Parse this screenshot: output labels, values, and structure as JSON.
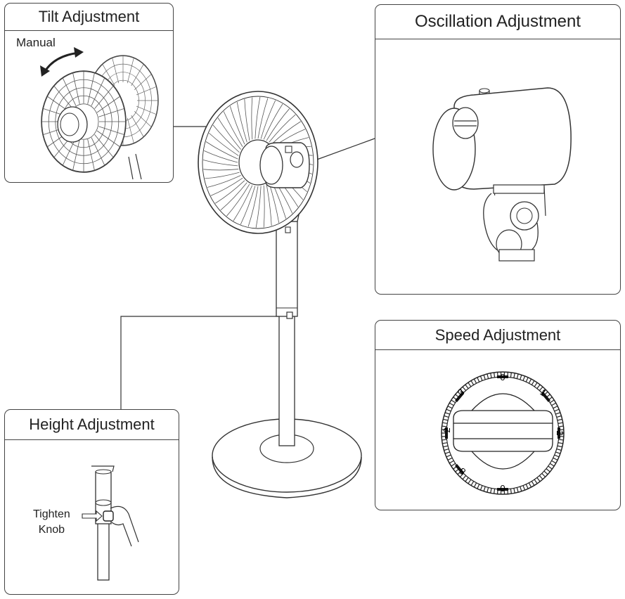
{
  "panels": {
    "tilt": {
      "title": "Tilt Adjustment",
      "label": "Manual"
    },
    "oscillation": {
      "title": "Oscillation Adjustment"
    },
    "speed": {
      "title": "Speed  Adjustment",
      "dial_numbers": [
        "0",
        "1",
        "2",
        "0",
        "8",
        "2",
        "3"
      ]
    },
    "height": {
      "title": "Height Adjustment",
      "label_line1": "Tighten",
      "label_line2": "Knob"
    }
  },
  "colors": {
    "stroke": "#333333",
    "panel_border": "#444444",
    "background": "#ffffff"
  }
}
